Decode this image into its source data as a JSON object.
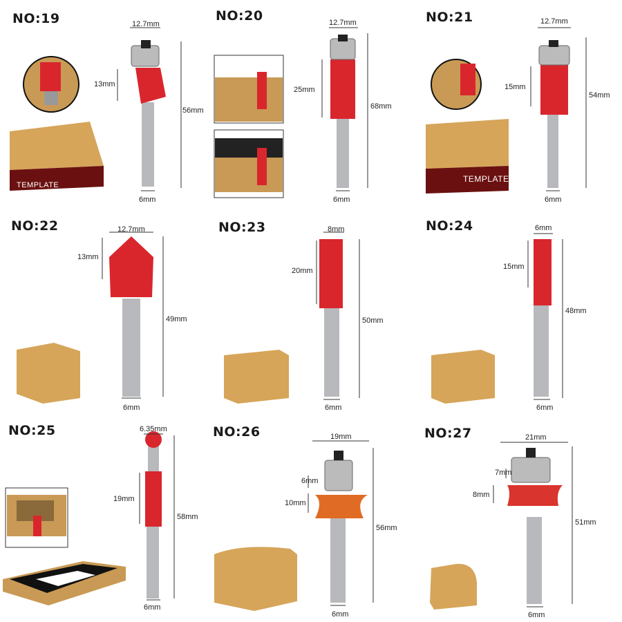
{
  "bits": [
    {
      "no": "NO:19",
      "dims": {
        "top": "12.7mm",
        "side": "13mm",
        "len": "56mm",
        "shank": "6mm"
      },
      "label": "TEMPLATE"
    },
    {
      "no": "NO:20",
      "dims": {
        "top": "12.7mm",
        "side": "25mm",
        "len": "68mm",
        "shank": "6mm"
      }
    },
    {
      "no": "NO:21",
      "dims": {
        "top": "12.7mm",
        "side": "15mm",
        "len": "54mm",
        "shank": "6mm"
      },
      "label": "TEMPLATE"
    },
    {
      "no": "NO:22",
      "dims": {
        "top": "12.7mm",
        "side": "13mm",
        "len": "49mm",
        "shank": "6mm"
      }
    },
    {
      "no": "NO:23",
      "dims": {
        "top": "8mm",
        "side": "20mm",
        "len": "50mm",
        "shank": "6mm"
      }
    },
    {
      "no": "NO:24",
      "dims": {
        "top": "6mm",
        "side": "15mm",
        "len": "48mm",
        "shank": "6mm"
      }
    },
    {
      "no": "NO:25",
      "dims": {
        "top": "6.35mm",
        "side": "19mm",
        "len": "58mm",
        "shank": "6mm"
      }
    },
    {
      "no": "NO:26",
      "dims": {
        "top": "19mm",
        "side_a": "6mm",
        "side_b": "10mm",
        "len": "56mm",
        "shank": "6mm"
      }
    },
    {
      "no": "NO:27",
      "dims": {
        "top": "21mm",
        "side_a": "7mm",
        "side_b": "8mm",
        "len": "51mm",
        "shank": "6mm"
      }
    }
  ]
}
